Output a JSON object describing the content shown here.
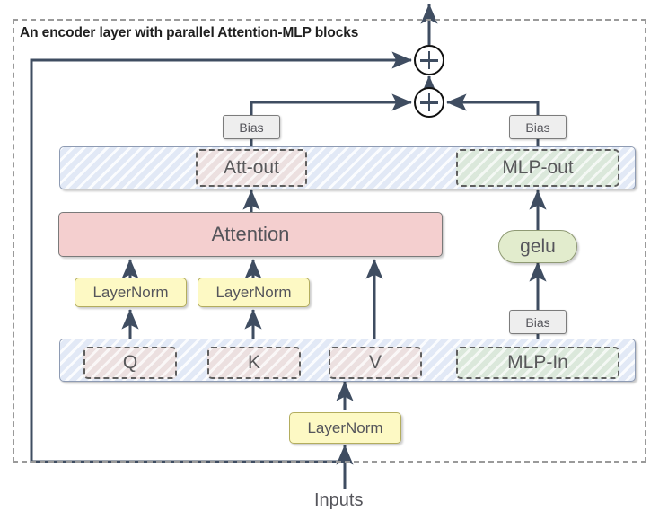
{
  "diagram": {
    "title": "An encoder layer with parallel Attention-MLP blocks",
    "caption_bottom": "Inputs",
    "colors": {
      "container_bar": "#e2e9f6",
      "attention": "#f4cfcf",
      "layernorm": "#fdf9c4",
      "bias": "#eeeeee",
      "gelu": "#e2eccd",
      "sub_pink": "#ece0e0",
      "sub_green": "#dbe8db",
      "arrow": "#3f4d61",
      "dashed_border": "#9a9a9a"
    },
    "nodes": {
      "att_out": "Att-out",
      "mlp_out": "MLP-out",
      "attention": "Attention",
      "gelu": "gelu",
      "q": "Q",
      "k": "K",
      "v": "V",
      "mlp_in": "MLP-In",
      "layernorm_q": "LayerNorm",
      "layernorm_k": "LayerNorm",
      "layernorm_input": "LayerNorm",
      "bias_att_out": "Bias",
      "bias_mlp_out": "Bias",
      "bias_mlp_in": "Bias",
      "add_outer": "+",
      "add_inner": "+"
    }
  },
  "chart_data": {
    "type": "diagram",
    "title": "An encoder layer with parallel Attention-MLP blocks",
    "blocks": [
      {
        "id": "layernorm_input",
        "label": "LayerNorm",
        "shape": "rounded-rect",
        "fill": "#fdf9c4"
      },
      {
        "id": "qkv_mlpin_bar",
        "label": "",
        "shape": "rounded-rect-hatched",
        "fill": "#e2e9f6"
      },
      {
        "id": "q",
        "label": "Q",
        "shape": "dashed-rect",
        "fill": "#ece0e0"
      },
      {
        "id": "k",
        "label": "K",
        "shape": "dashed-rect",
        "fill": "#ece0e0"
      },
      {
        "id": "v",
        "label": "V",
        "shape": "dashed-rect",
        "fill": "#ece0e0"
      },
      {
        "id": "mlp_in",
        "label": "MLP-In",
        "shape": "dashed-rect",
        "fill": "#dbe8db"
      },
      {
        "id": "layernorm_q",
        "label": "LayerNorm",
        "shape": "rounded-rect",
        "fill": "#fdf9c4"
      },
      {
        "id": "layernorm_k",
        "label": "LayerNorm",
        "shape": "rounded-rect",
        "fill": "#fdf9c4"
      },
      {
        "id": "attention",
        "label": "Attention",
        "shape": "rounded-rect",
        "fill": "#f4cfcf"
      },
      {
        "id": "bias_mlp_in",
        "label": "Bias",
        "shape": "rect",
        "fill": "#eeeeee"
      },
      {
        "id": "gelu",
        "label": "gelu",
        "shape": "pill",
        "fill": "#e2eccd"
      },
      {
        "id": "out_bar",
        "label": "",
        "shape": "rounded-rect-hatched",
        "fill": "#e2e9f6"
      },
      {
        "id": "att_out",
        "label": "Att-out",
        "shape": "dashed-rect",
        "fill": "#ece0e0"
      },
      {
        "id": "mlp_out",
        "label": "MLP-out",
        "shape": "dashed-rect",
        "fill": "#dbe8db"
      },
      {
        "id": "bias_att_out",
        "label": "Bias",
        "shape": "rect",
        "fill": "#eeeeee"
      },
      {
        "id": "bias_mlp_out",
        "label": "Bias",
        "shape": "rect",
        "fill": "#eeeeee"
      },
      {
        "id": "add_inner",
        "label": "+",
        "shape": "circle-plus"
      },
      {
        "id": "add_outer",
        "label": "+",
        "shape": "circle-plus"
      }
    ],
    "edges": [
      {
        "from": "Inputs",
        "to": "layernorm_input"
      },
      {
        "from": "Inputs",
        "to": "add_outer",
        "note": "residual via left rail"
      },
      {
        "from": "layernorm_input",
        "to": "v"
      },
      {
        "from": "q",
        "to": "layernorm_q"
      },
      {
        "from": "k",
        "to": "layernorm_k"
      },
      {
        "from": "layernorm_q",
        "to": "attention"
      },
      {
        "from": "layernorm_k",
        "to": "attention"
      },
      {
        "from": "v",
        "to": "attention"
      },
      {
        "from": "mlp_in",
        "to": "bias_mlp_in"
      },
      {
        "from": "bias_mlp_in",
        "to": "gelu"
      },
      {
        "from": "attention",
        "to": "att_out"
      },
      {
        "from": "gelu",
        "to": "mlp_out"
      },
      {
        "from": "att_out",
        "to": "bias_att_out"
      },
      {
        "from": "mlp_out",
        "to": "bias_mlp_out"
      },
      {
        "from": "bias_att_out",
        "to": "add_inner"
      },
      {
        "from": "bias_mlp_out",
        "to": "add_inner"
      },
      {
        "from": "add_inner",
        "to": "add_outer"
      },
      {
        "from": "add_outer",
        "to": "Output"
      }
    ]
  }
}
